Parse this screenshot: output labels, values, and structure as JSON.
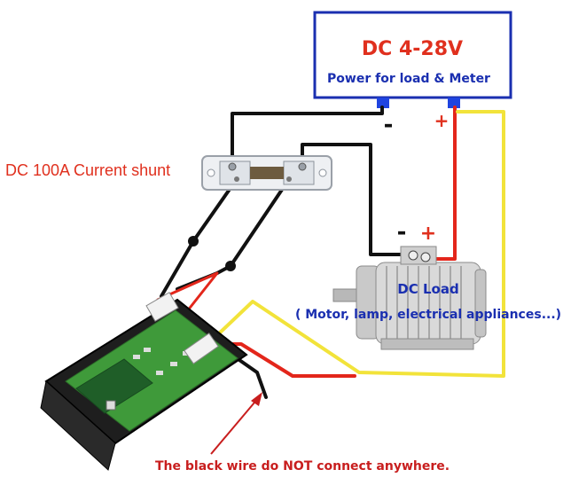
{
  "power_supply": {
    "title": "DC 4-28V",
    "subtitle": "Power for load & Meter",
    "minus_sign": "-",
    "plus_sign": "+"
  },
  "shunt": {
    "label": "DC 100A Current shunt"
  },
  "load": {
    "title": "DC Load",
    "subtitle": "( Motor, lamp, electrical appliances...)",
    "minus_sign": "-",
    "plus_sign": "+"
  },
  "note": {
    "text": "The black wire do NOT connect anywhere."
  },
  "colors": {
    "box_border": "#1a2fb0",
    "title_red": "#e0301e",
    "title_blue": "#1a2fb0",
    "wire_black": "#111111",
    "wire_red": "#e3261b",
    "wire_yellow": "#f2e33a",
    "terminal_blue": "#1f44e0",
    "note_red": "#c81e1e",
    "pcb_green": "#3f9a3a"
  }
}
